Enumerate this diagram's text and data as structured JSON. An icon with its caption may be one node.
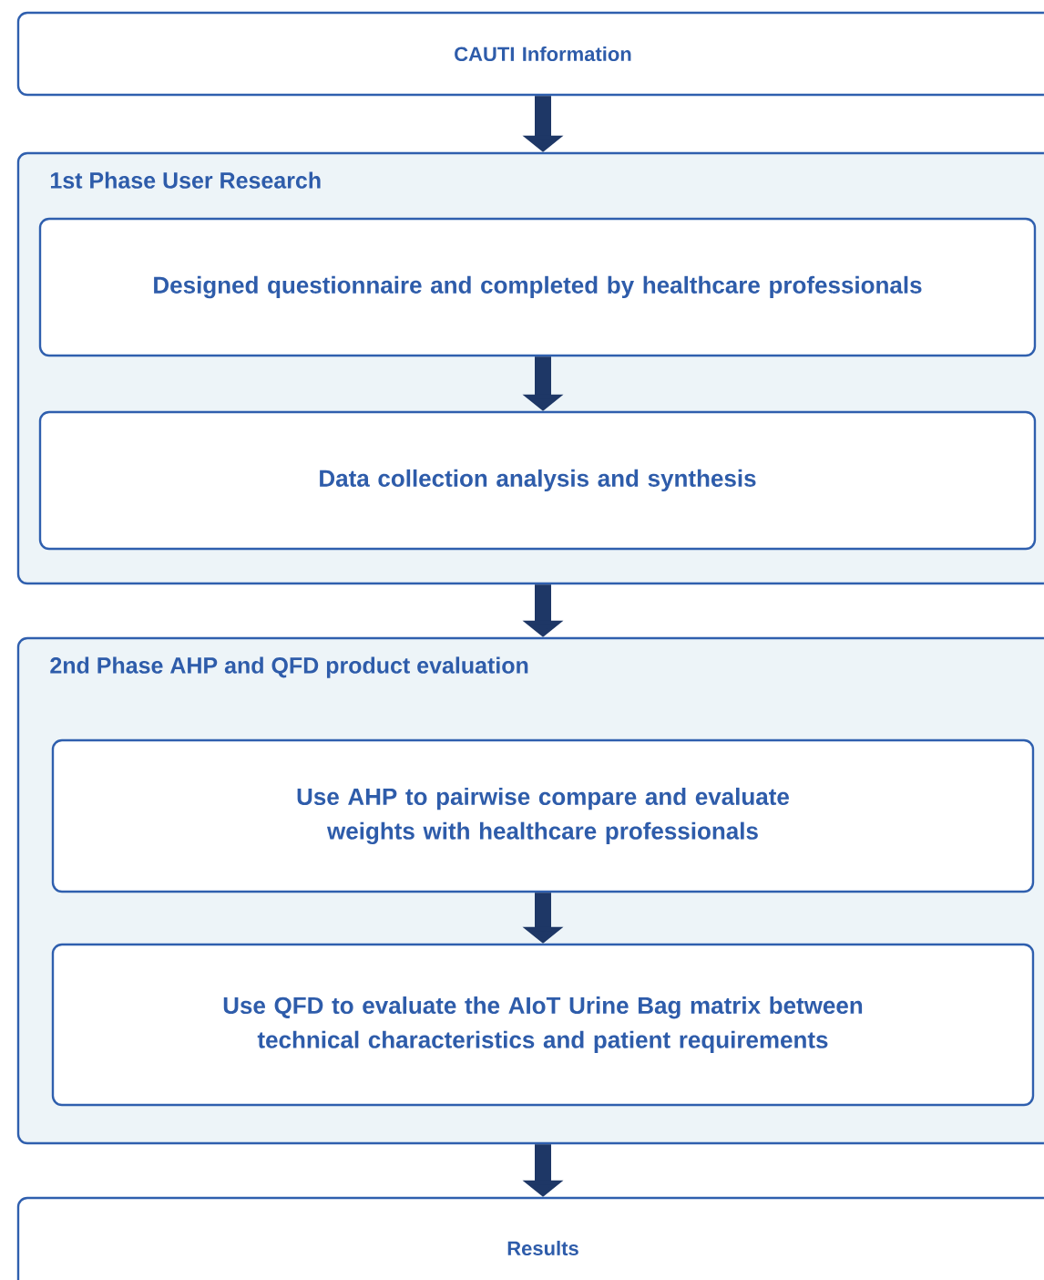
{
  "diagram": {
    "nodes": [
      {
        "text": [
          "CAUTI  Information"
        ]
      },
      {
        "text": [
          "1st Phase User Research"
        ]
      },
      {
        "text": [
          "Designed questionnaire and completed by healthcare professionals"
        ],
        "in": 1
      },
      {
        "text": [
          "Data collection analysis and synthesis"
        ],
        "in": 1
      },
      {
        "text": [
          "2nd Phase AHP and QFD product evaluation"
        ]
      },
      {
        "text": [
          "Use AHP to pairwise compare and evaluate weights with healthcare professionals"
        ],
        "in": 4
      },
      {
        "text": [
          "Use QFD to evaluate the AIoT Urine Bag matrix between technical characteristics and patient requirements"
        ],
        "in": 4
      },
      {
        "text": [
          "Results"
        ]
      }
    ],
    "edges": [
      {
        "from": 0,
        "to": 1,
        "arrow": "to"
      },
      {
        "from": 2,
        "to": 3,
        "arrow": "to"
      },
      {
        "from": 1,
        "to": 4,
        "arrow": "to"
      },
      {
        "from": 5,
        "to": 6,
        "arrow": "to"
      },
      {
        "from": 4,
        "to": 7,
        "arrow": "to"
      }
    ]
  }
}
